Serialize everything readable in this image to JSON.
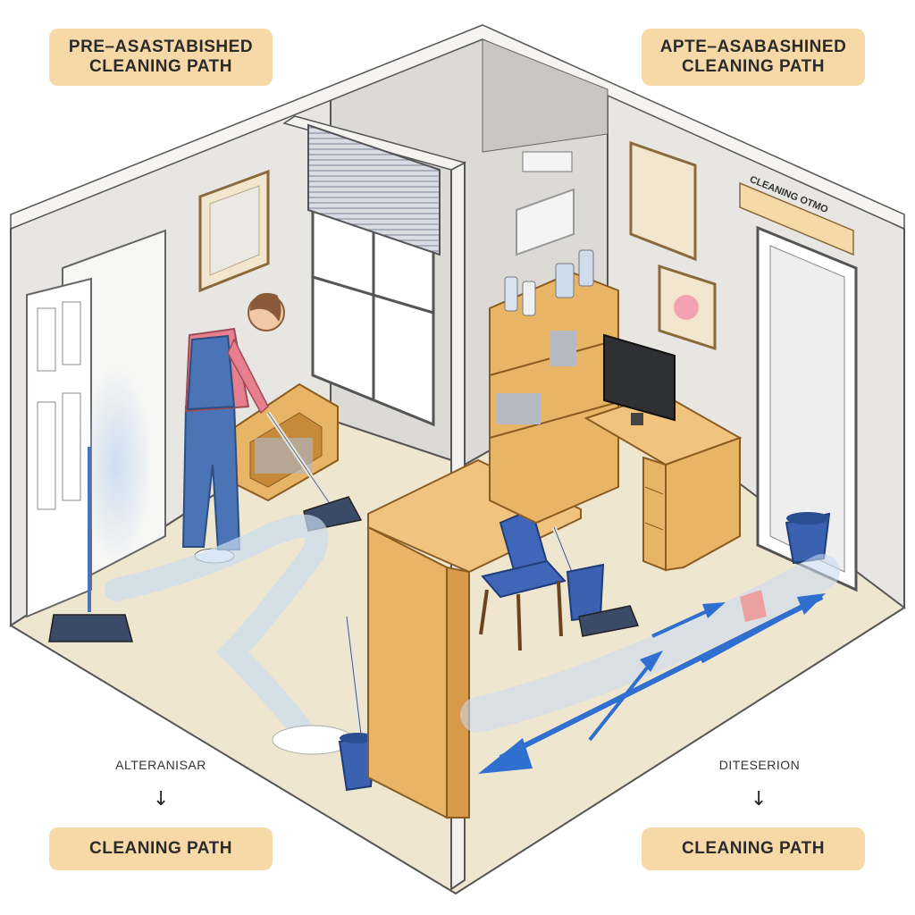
{
  "labels": {
    "top_left": {
      "line1": "PRE–ASASTABISHED",
      "line2": "CLEANING PATH"
    },
    "top_right": {
      "line1": "APTE–ASABASHINED",
      "line2": "CLEANING PATH"
    },
    "bottom_left": "CLEANING PATH",
    "bottom_right": "CLEANING PATH"
  },
  "captions": {
    "left": "ALTERANISAR",
    "right": "DITESERION",
    "arrow_glyph": "↓"
  },
  "wall_sign": "CLEANING OTMO",
  "colors": {
    "label_fill": "#f7d9a8",
    "wall": "#e6e4e0",
    "floor": "#efe6cf",
    "wood": "#e8b466",
    "overalls": "#4a74b5",
    "shirt": "#e77f8f",
    "path_blue": "#2f6fd0",
    "path_mist": "#a9c6ea"
  },
  "icons": [
    "broom-icon",
    "bucket-icon",
    "mop-icon",
    "arrow-icon"
  ]
}
